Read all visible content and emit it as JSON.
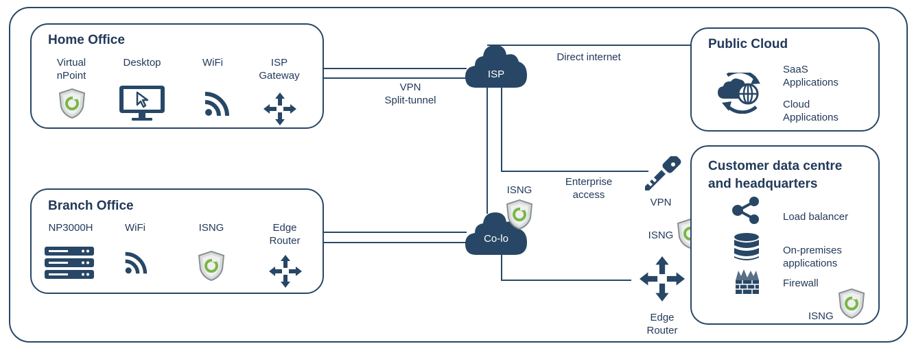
{
  "home_office": {
    "title": "Home Office",
    "items": [
      "Virtual\nnPoint",
      "Desktop",
      "WiFi",
      "ISP\nGateway"
    ]
  },
  "branch_office": {
    "title": "Branch Office",
    "items": [
      "NP3000H",
      "WiFi",
      "ISNG",
      "Edge\nRouter"
    ]
  },
  "public_cloud": {
    "title": "Public Cloud",
    "items": [
      "SaaS\nApplications",
      "Cloud\nApplications"
    ]
  },
  "datacentre": {
    "title": "Customer data centre\nand headquarters",
    "items": [
      "Load balancer",
      "On-premises\napplications",
      "Firewall",
      "ISNG"
    ]
  },
  "clouds": {
    "isp": "ISP",
    "colo": "Co-lo"
  },
  "links": {
    "direct_internet": "Direct internet",
    "vpn_split": "VPN\nSplit-tunnel",
    "enterprise_access": "Enterprise\naccess",
    "isng_colo": "ISNG",
    "vpn": "VPN",
    "isng_dc": "ISNG",
    "edge_router": "Edge\nRouter"
  },
  "colors": {
    "navy": "#284766",
    "green": "#7ab648",
    "shield_grey": "#d9dcdc"
  },
  "icons": [
    "shield-icon",
    "desktop-icon",
    "wifi-icon",
    "router-icon",
    "cloud-icon",
    "key-icon",
    "share-icon",
    "database-icon",
    "firewall-icon",
    "server-icon",
    "cloud-globe-icon"
  ]
}
